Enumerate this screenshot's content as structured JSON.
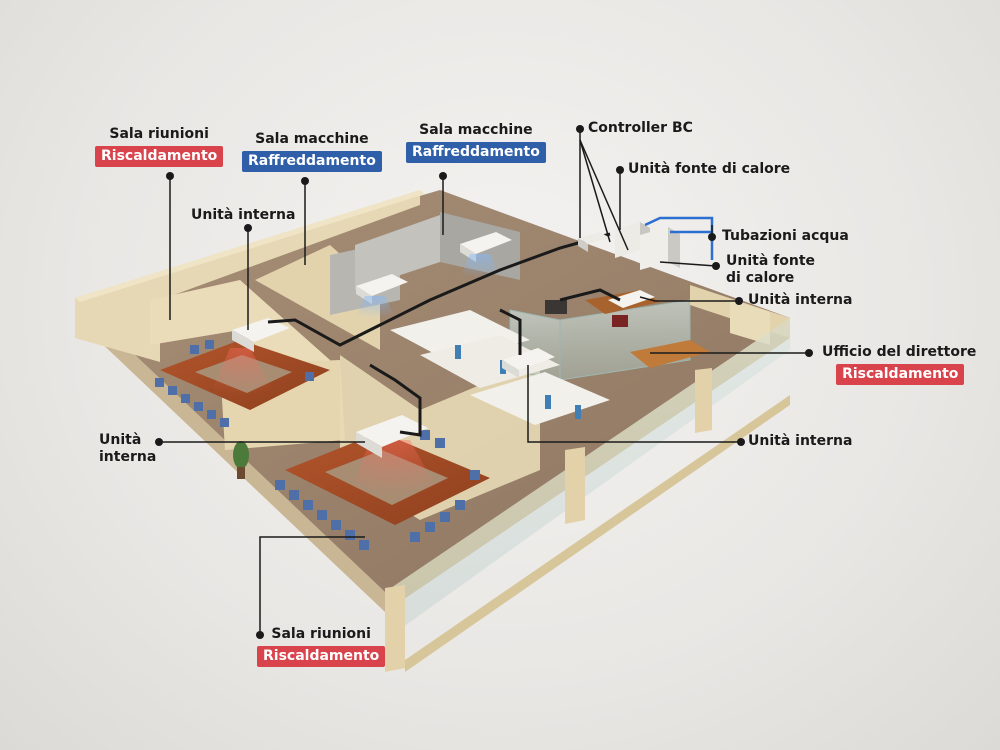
{
  "labels": {
    "sala_riunioni_top": {
      "name": "Sala riunioni",
      "mode": "Riscaldamento"
    },
    "sala_macchine_1": {
      "name": "Sala macchine",
      "mode": "Raffreddamento"
    },
    "sala_macchine_2": {
      "name": "Sala macchine",
      "mode": "Raffreddamento"
    },
    "controller_bc": "Controller BC",
    "unita_fonte_calore_1": "Unità fonte di calore",
    "tubazioni_acqua": "Tubazioni acqua",
    "unita_fonte_calore_2": {
      "line1": "Unità fonte",
      "line2": "di calore"
    },
    "unita_interna_top": "Unità interna",
    "unita_interna_right": "Unità interna",
    "ufficio_direttore": {
      "name": "Ufficio del direttore",
      "mode": "Riscaldamento"
    },
    "unita_interna_left": {
      "line1": "Unità",
      "line2": "interna"
    },
    "unita_interna_bottom": "Unità interna",
    "sala_riunioni_bottom": {
      "name": "Sala riunioni",
      "mode": "Riscaldamento"
    }
  },
  "colors": {
    "heating": "#d9434b",
    "cooling": "#2f5fa8",
    "water_pipe": "#2d6fd1",
    "refrigerant_pipe": "#1a1a1a"
  }
}
